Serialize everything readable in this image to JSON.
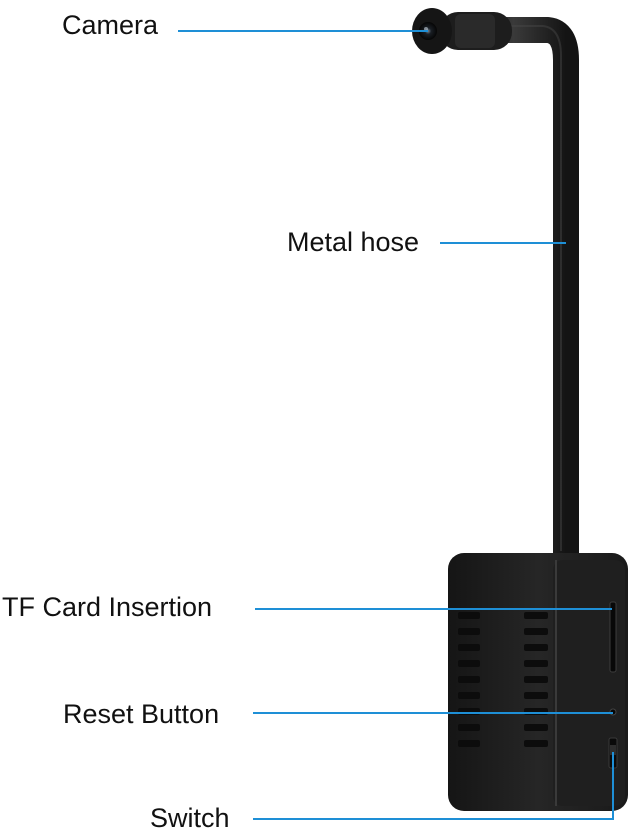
{
  "callouts": {
    "camera": "Camera",
    "metal_hose": "Metal hose",
    "tf_card": "TF Card Insertion",
    "reset_button": "Reset Button",
    "switch": "Switch"
  },
  "colors": {
    "leader_line": "#1e8fd6",
    "device_body": "#202020",
    "hose": "#262626"
  }
}
